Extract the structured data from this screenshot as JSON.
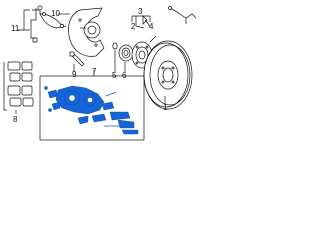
{
  "diagram": {
    "callouts": {
      "c1": "1",
      "c2": "2",
      "c3": "3",
      "c4": "4",
      "c5": "5",
      "c6": "6",
      "c7": "7",
      "c8": "8",
      "c9": "9",
      "c10": "10",
      "c11": "11"
    },
    "highlight_color": "#1565d8",
    "line_color": "#111111"
  }
}
